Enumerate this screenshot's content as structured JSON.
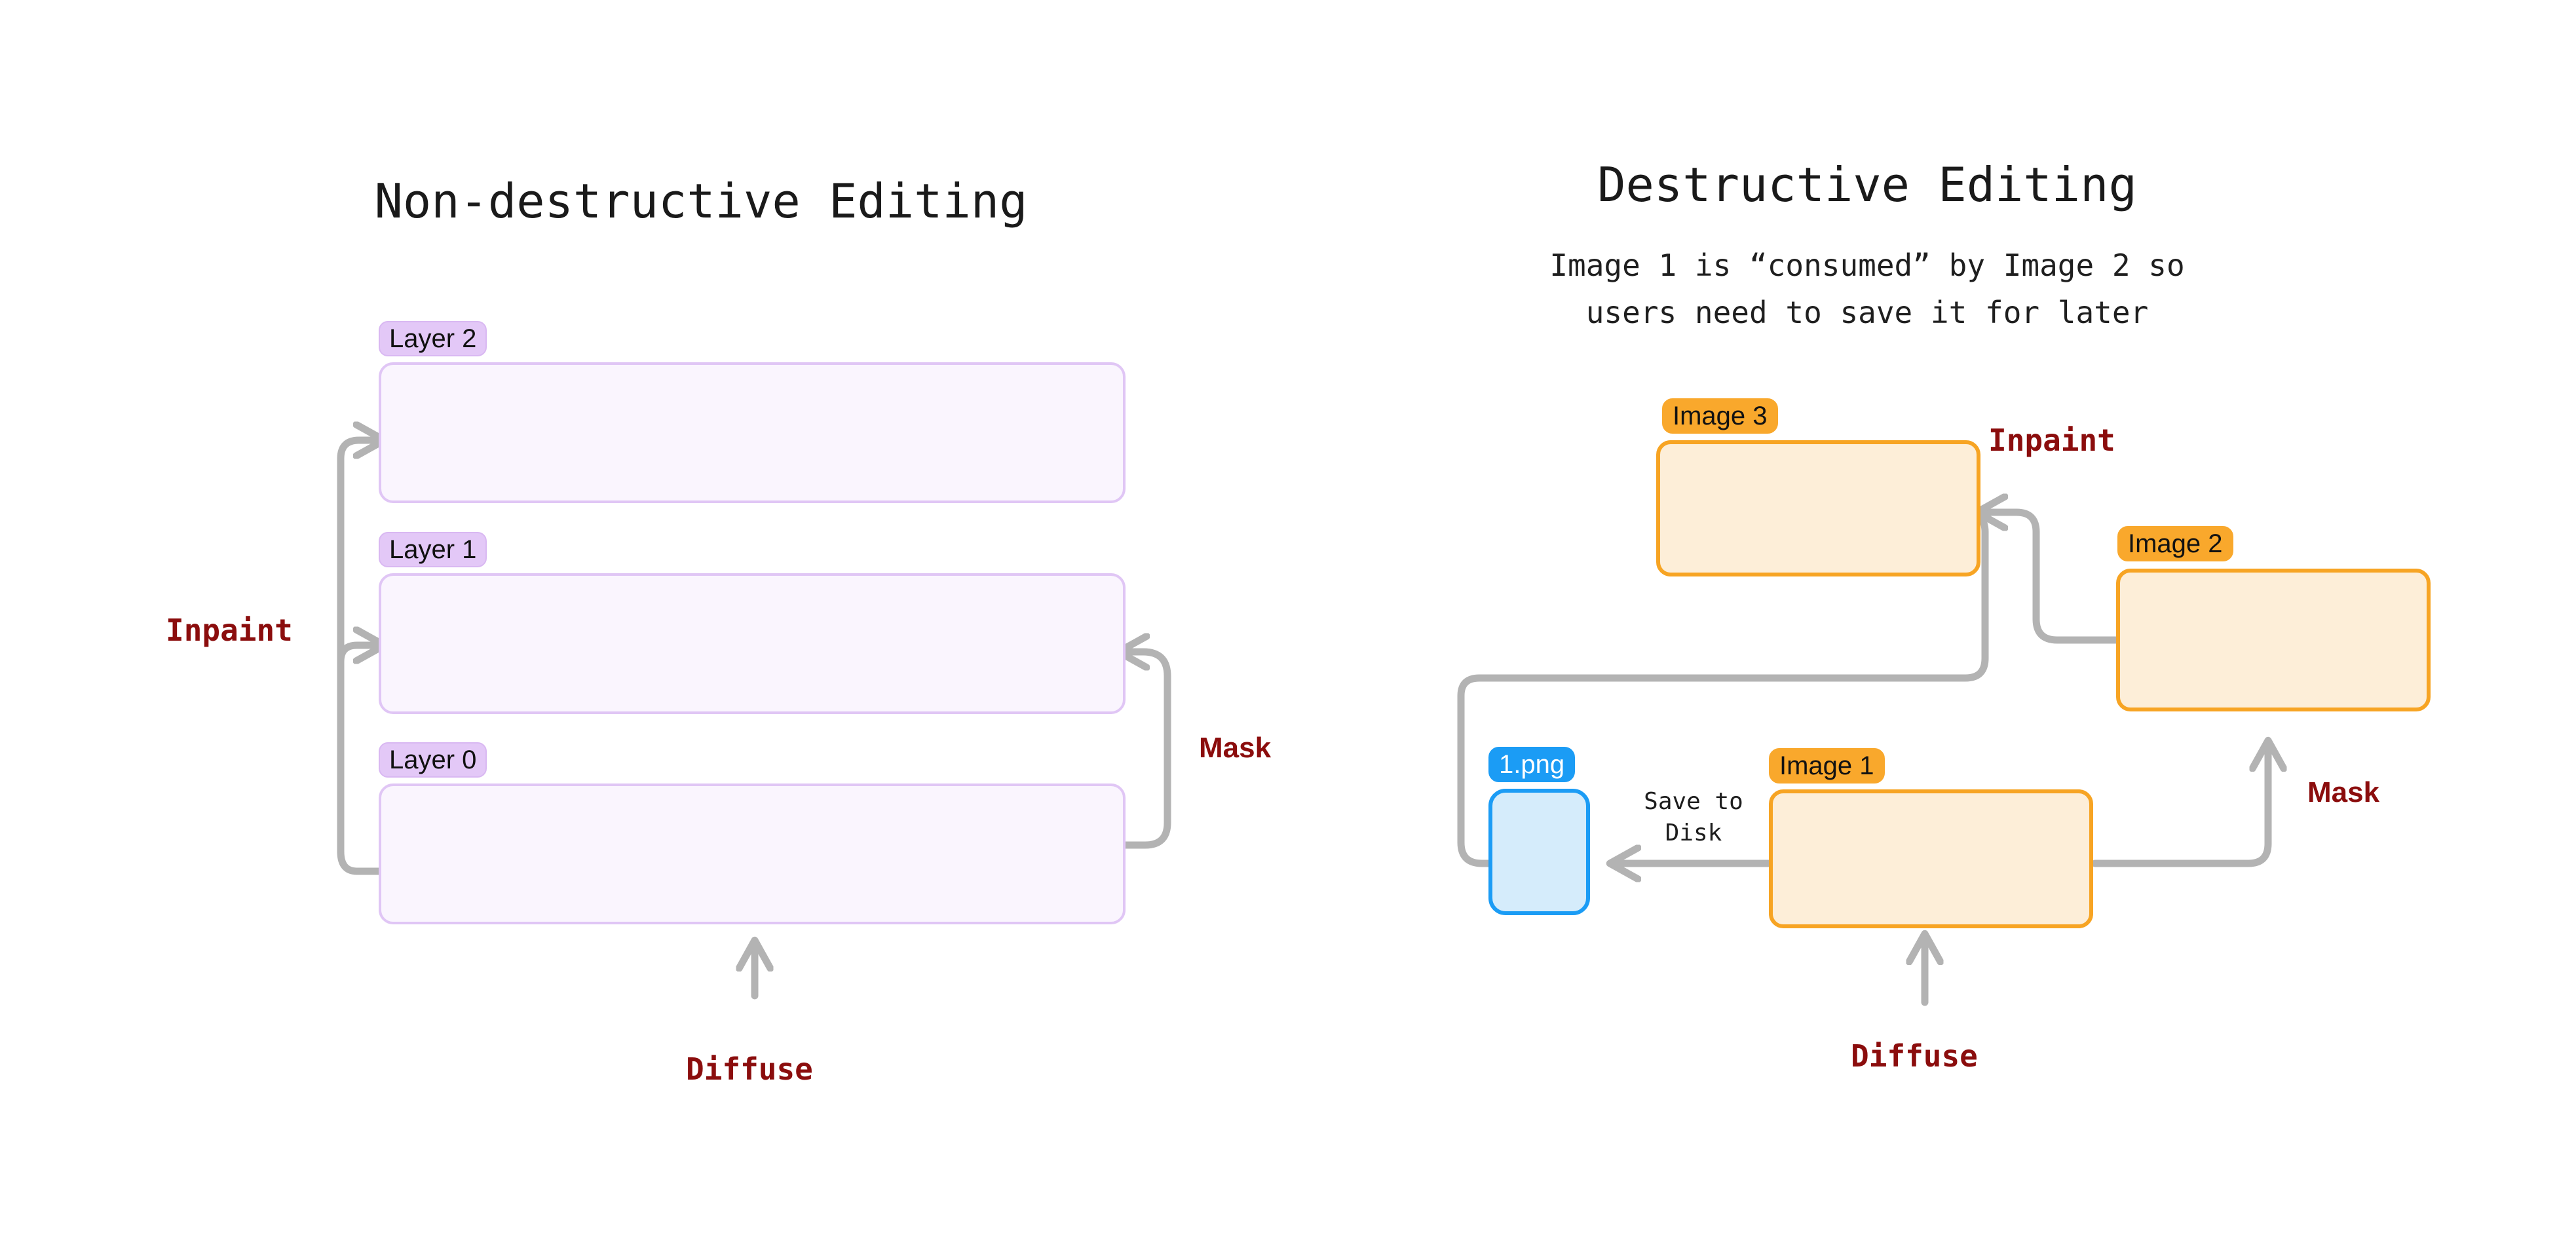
{
  "panels": {
    "left": {
      "title": "Non-destructive Editing",
      "nodes": [
        {
          "badge": "Layer 2",
          "kind": "layer"
        },
        {
          "badge": "Layer 1",
          "kind": "layer"
        },
        {
          "badge": "Layer 0",
          "kind": "layer"
        }
      ],
      "edges": {
        "inpaint": "Inpaint",
        "mask": "Mask",
        "diffuse": "Diffuse"
      }
    },
    "right": {
      "title": "Destructive Editing",
      "subtitle_line1": "Image 1 is “consumed” by Image 2 so",
      "subtitle_line2": "users need to save it for later",
      "nodes": [
        {
          "badge": "Image 3",
          "kind": "image"
        },
        {
          "badge": "Image 2",
          "kind": "image"
        },
        {
          "badge": "Image 1",
          "kind": "image"
        },
        {
          "badge": "1.png",
          "kind": "file"
        }
      ],
      "edges": {
        "inpaint": "Inpaint",
        "mask": "Mask",
        "diffuse": "Diffuse",
        "save_line1": "Save to",
        "save_line2": "Disk"
      }
    }
  },
  "colors": {
    "layer_badge_bg": "#e3c8f7",
    "layer_box_bg": "#faf5fe",
    "layer_box_border": "#e0c6f5",
    "image_badge_bg": "#f9a82c",
    "image_box_bg": "#fdeed8",
    "image_box_border": "#f7a423",
    "file_badge_bg": "#1b9cf5",
    "file_box_bg": "#d5ecfb",
    "file_box_border": "#1b9cf5",
    "edge_stroke": "#b3b3b3",
    "edge_label": "#8b0d0d",
    "text": "#1a1a1a",
    "background": "#ffffff"
  }
}
